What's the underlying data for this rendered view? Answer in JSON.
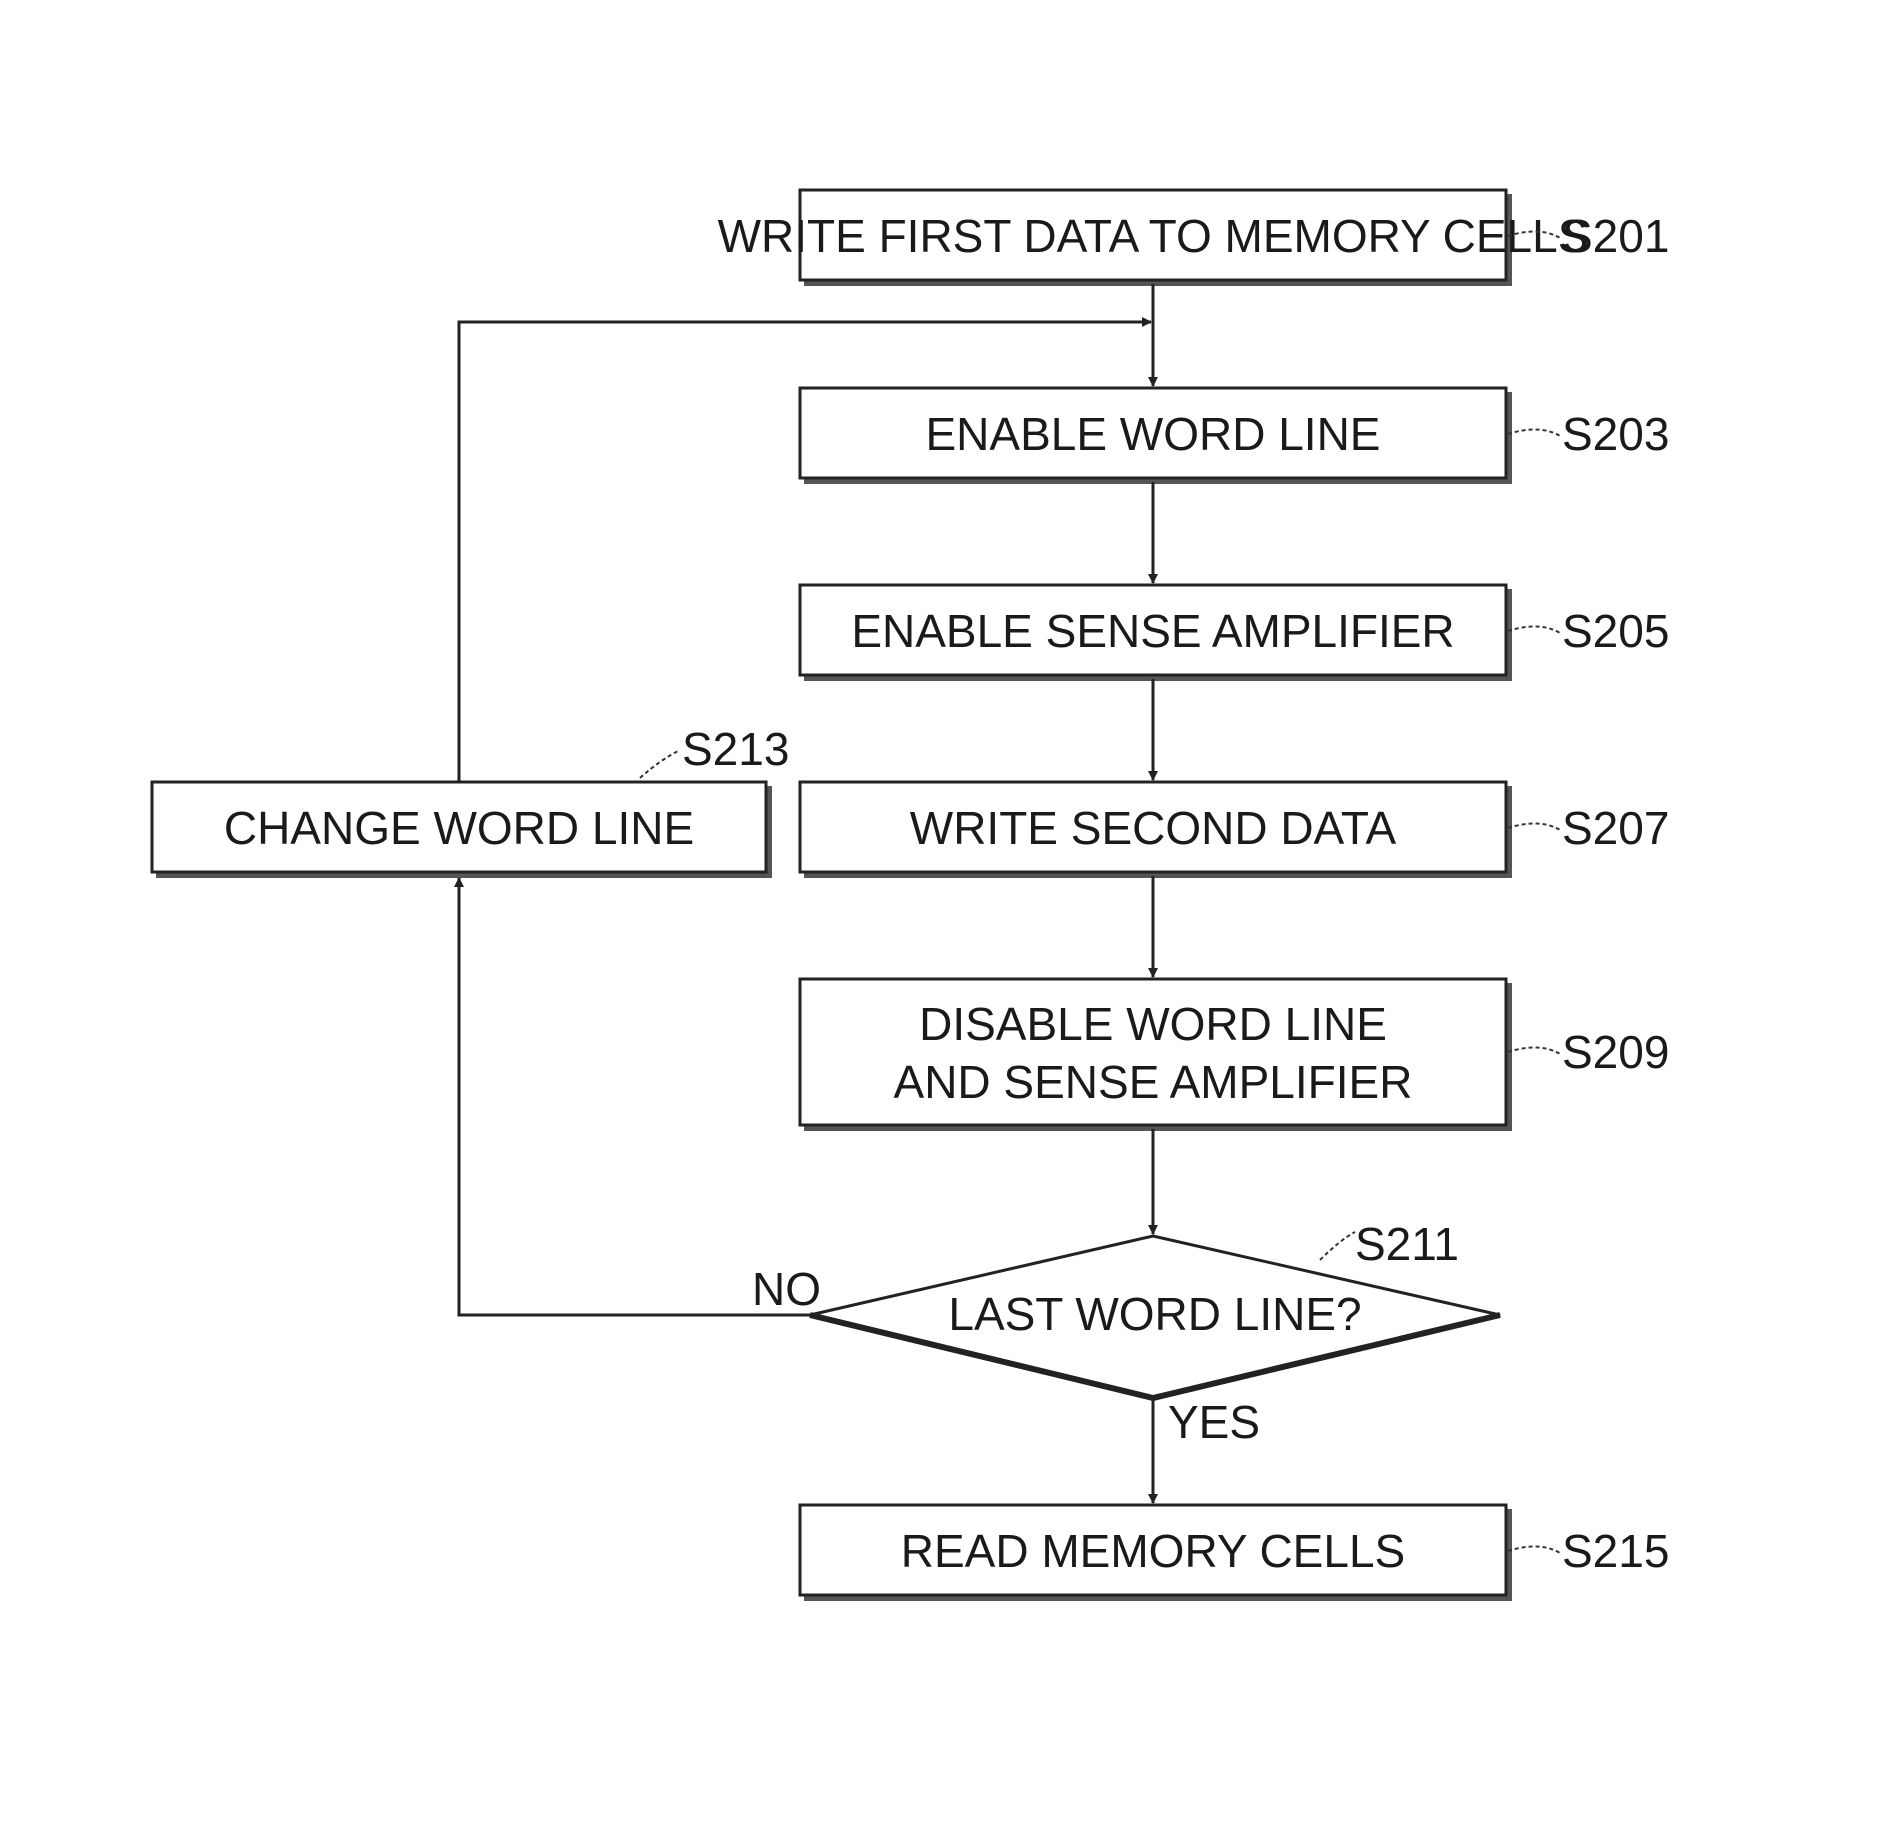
{
  "steps": {
    "s201": {
      "text": "WRITE FIRST DATA TO MEMORY CELLS",
      "ref": "S201"
    },
    "s203": {
      "text": "ENABLE WORD LINE",
      "ref": "S203"
    },
    "s205": {
      "text": "ENABLE SENSE AMPLIFIER",
      "ref": "S205"
    },
    "s207": {
      "text": "WRITE SECOND DATA",
      "ref": "S207"
    },
    "s209": {
      "line1": "DISABLE WORD LINE",
      "line2": "AND SENSE AMPLIFIER",
      "ref": "S209"
    },
    "s211": {
      "text": "LAST WORD LINE?",
      "ref": "S211"
    },
    "s213": {
      "text": "CHANGE WORD LINE",
      "ref": "S213"
    },
    "s215": {
      "text": "READ MEMORY CELLS",
      "ref": "S215"
    }
  },
  "branches": {
    "no": "NO",
    "yes": "YES"
  }
}
